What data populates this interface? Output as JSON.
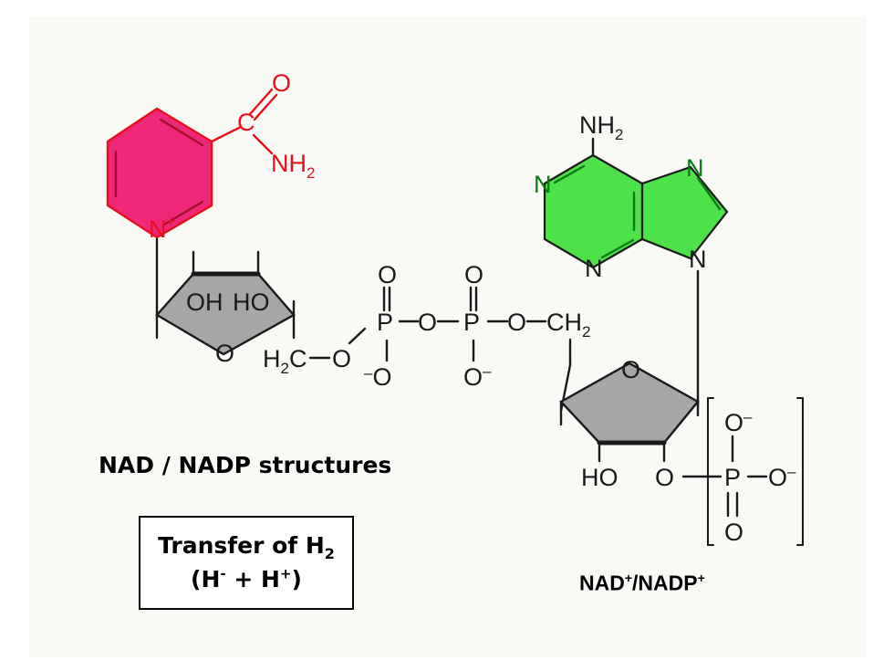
{
  "caption": "NAD / NADP structures",
  "transfer_box": {
    "line1_text": "Transfer of H",
    "line1_sub": "2",
    "line2_open": "(H",
    "line2_minus": "-",
    "line2_mid": " + H",
    "line2_plus": "+",
    "line2_close": ")"
  },
  "molecule_label": {
    "part1": "NAD",
    "sup1": "+",
    "part2": "/NADP",
    "sup2": "+"
  },
  "atoms": {
    "nicotinamide": {
      "ring_n": "N",
      "ring_n_charge": "+",
      "carbon": "C",
      "oxygen": "O",
      "amide_n": "NH",
      "amide_sub": "2"
    },
    "ribose1": {
      "oh": "OH",
      "ho": "HO",
      "ring_o": "O",
      "ch2": "H",
      "ch2_sub": "2",
      "ch2_c": "C",
      "link_o": "O"
    },
    "phosphates": {
      "p": "P",
      "o": "O",
      "o_minus": "O",
      "minus": "–",
      "ch2": "CH",
      "ch2_sub": "2"
    },
    "adenine": {
      "nh2": "NH",
      "nh2_sub": "2",
      "n": "N"
    },
    "ribose2": {
      "ring_o": "O",
      "ho": "HO",
      "o": "O"
    },
    "phosphate_2p": {
      "p": "P",
      "o": "O",
      "minus": "–"
    }
  },
  "colors": {
    "nicotinamide": "#f0287a",
    "nicotinamide_text": "#e8101c",
    "adenine": "#4ee24a",
    "adenine_text": "#0a7a12",
    "ribose": "#a6a6a6",
    "ink": "#1a1a1a"
  }
}
